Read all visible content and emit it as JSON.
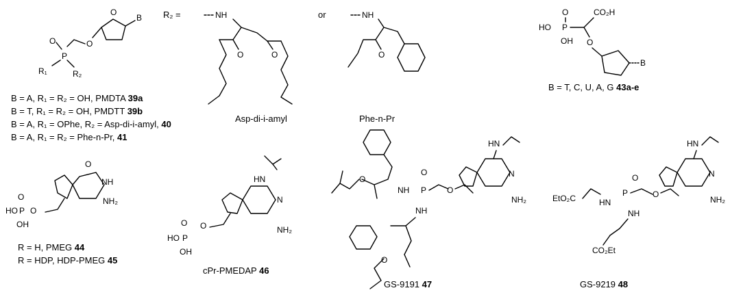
{
  "r2_def": {
    "label": "R₂ =",
    "or": "or"
  },
  "captions": {
    "asp": "Asp-di-i-amyl",
    "phe": "Phe-n-Pr",
    "c43": "B = T, C, U, A, G",
    "c43_id": "43a-e",
    "c39a": "B = A, R₁ = R₂ = OH, PMDTA",
    "c39a_id": "39a",
    "c39b": "B = T, R₁ = R₂ = OH, PMDTT",
    "c39b_id": "39b",
    "c40": "B = A, R₁ = OPhe, R₂ = Asp-di-i-amyl,",
    "c40_id": "40",
    "c41": "B = A, R₁ = R₂ = Phe-n-Pr,",
    "c41_id": "41",
    "c44": "R = H, PMEG",
    "c44_id": "44",
    "c45": "R = HDP, HDP-PMEG",
    "c45_id": "45",
    "c46": "cPr-PMEDAP",
    "c46_id": "46",
    "c47": "GS-9191",
    "c47_id": "47",
    "c48": "GS-9219",
    "c48_id": "48"
  },
  "atoms": {
    "O": "O",
    "B": "B",
    "P": "P",
    "R1": "R₁",
    "R2": "R₂",
    "NH": "NH",
    "N": "N",
    "HO": "HO",
    "OH": "OH",
    "CO2H": "CO₂H",
    "NH2": "NH₂",
    "HN": "HN",
    "EtO2C": "EtO₂C",
    "CO2Et": "CO₂Et"
  }
}
